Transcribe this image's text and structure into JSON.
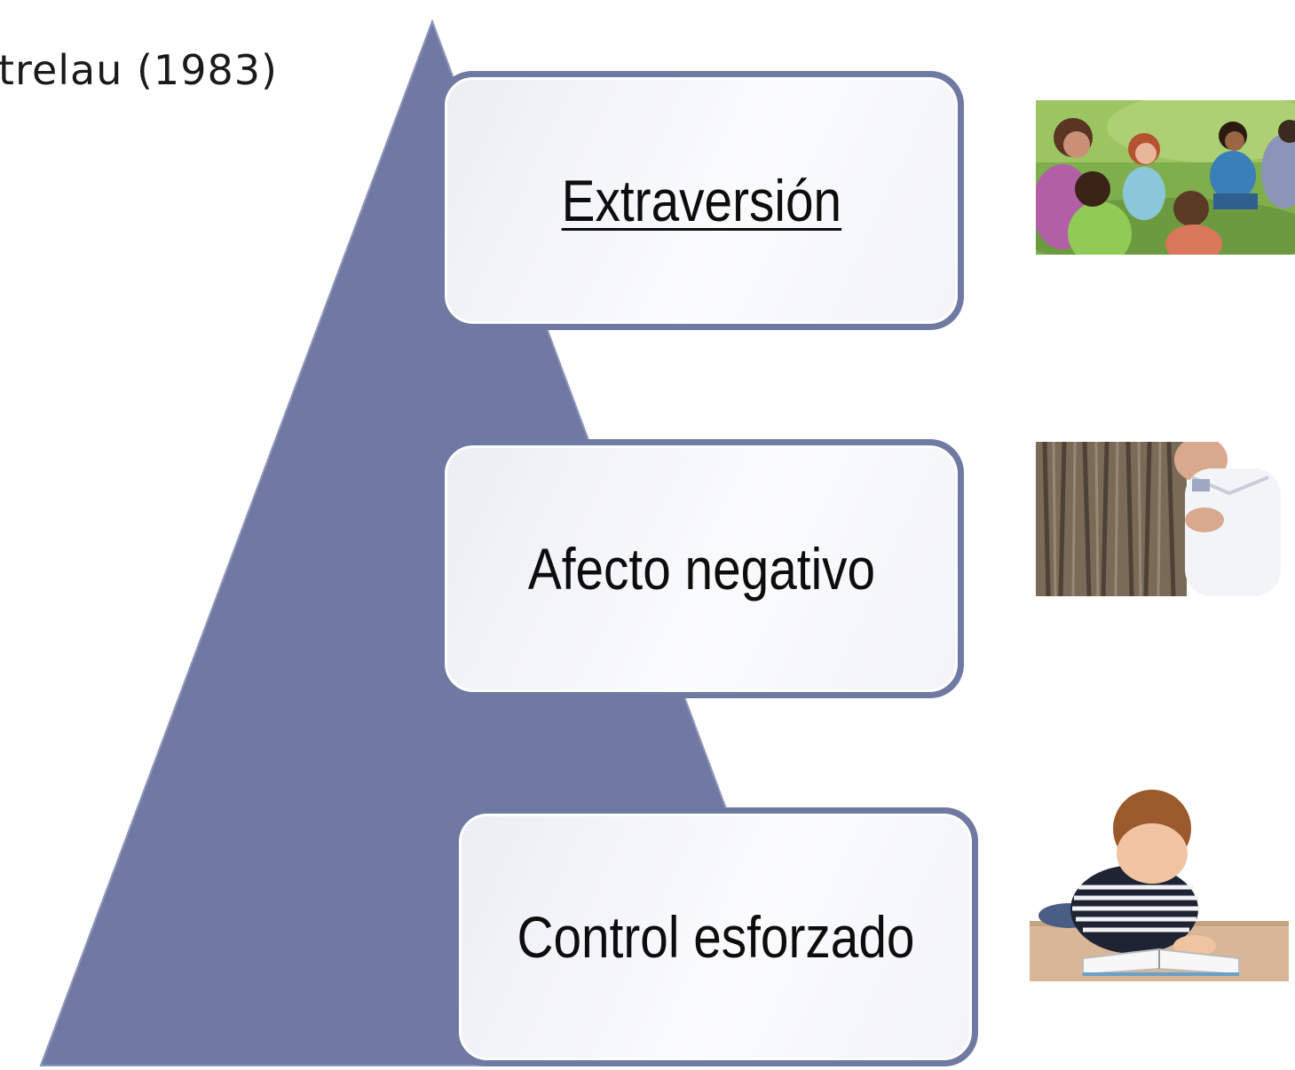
{
  "citation": "trelau (1983)",
  "colors": {
    "pyramid": "#7079a2",
    "box_border": "#7079a2",
    "box_fill": "#f3f4f8",
    "text": "#0d0d0d"
  },
  "levels": [
    {
      "label": "Extraversión",
      "underlined": true,
      "image": "children-sitting-in-circle-on-grass-photo"
    },
    {
      "label": "Afecto negativo",
      "underlined": false,
      "image": "child-hiding-behind-tree-trunk-photo"
    },
    {
      "label": "Control esforzado",
      "underlined": false,
      "image": "boy-reading-book-on-floor-photo"
    }
  ]
}
